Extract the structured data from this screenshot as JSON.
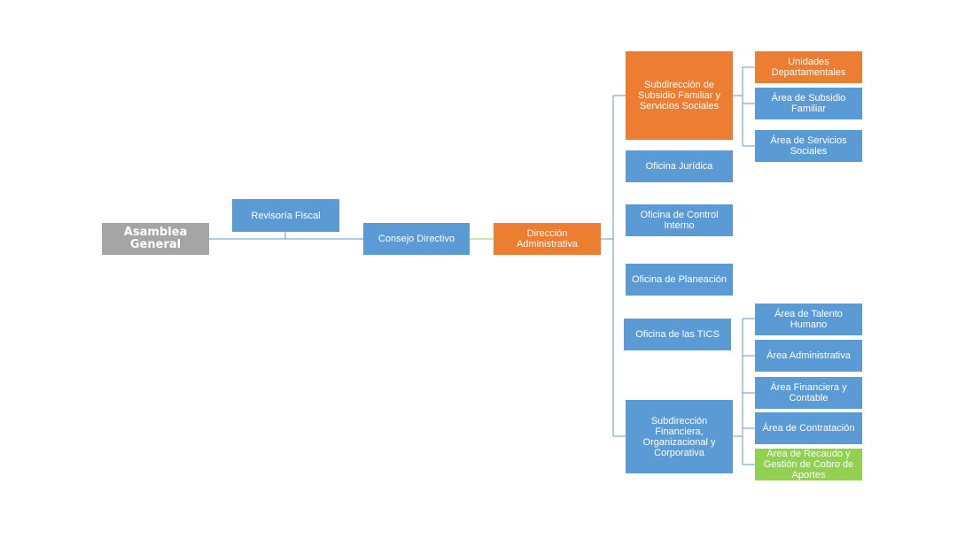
{
  "nodes": {
    "asamblea": "Asamblea General",
    "revisoria": "Revisoría Fiscal",
    "consejo": "Consejo Directivo",
    "direccion": "Dirección Administrativa",
    "sub_subsidio": "Subdirección de Subsidio Familiar y Servicios Sociales",
    "unidades": "Unidades Departamentales",
    "area_subsidio": "Área de Subsidio Familiar",
    "area_servicios": "Área de Servicios Sociales",
    "juridica": "Oficina Jurídica",
    "control": "Oficina de Control Interno",
    "planeacion": "Oficina de Planeación",
    "tics": "Oficina de las TICS",
    "sub_financiera": "Subdirección Financiera, Organizacional y Corporativa",
    "talento": "Área de Talento Humano",
    "administrativa": "Área Administrativa",
    "financiera": "Área Financiera y Contable",
    "contratacion": "Área de Contratación",
    "recaudo": "Área de Recaudo y Gestión de Cobro de Aportes"
  },
  "colors": {
    "blue": "#5b9bd5",
    "orange": "#ed7d31",
    "gray": "#a5a5a5",
    "green": "#92d050",
    "connector": "#5b9bd5",
    "connector_green": "#92d050"
  }
}
